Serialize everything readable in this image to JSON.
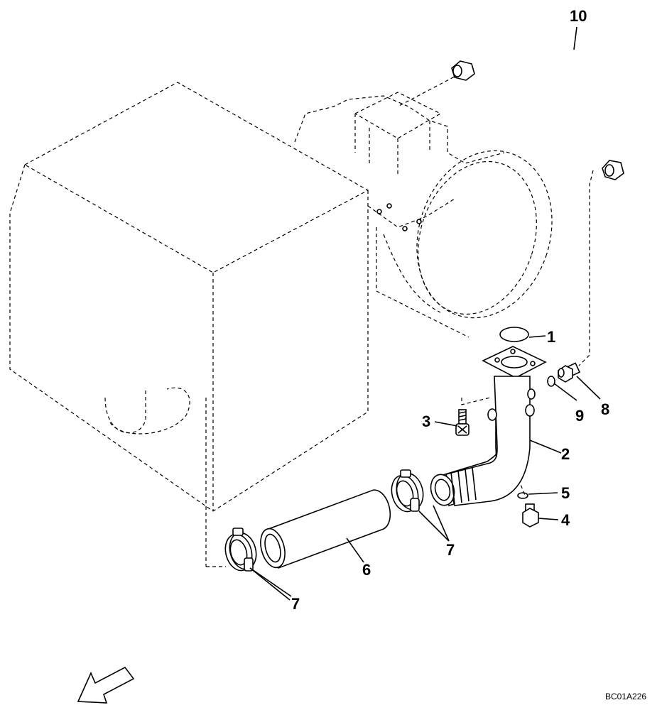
{
  "diagram": {
    "part_labels": [
      "1",
      "2",
      "3",
      "4",
      "5",
      "6",
      "7",
      "7",
      "8",
      "9",
      "10"
    ],
    "drawing_code": "BC01A226"
  },
  "icons": {
    "direction_arrow": "front-direction-arrow-icon"
  }
}
